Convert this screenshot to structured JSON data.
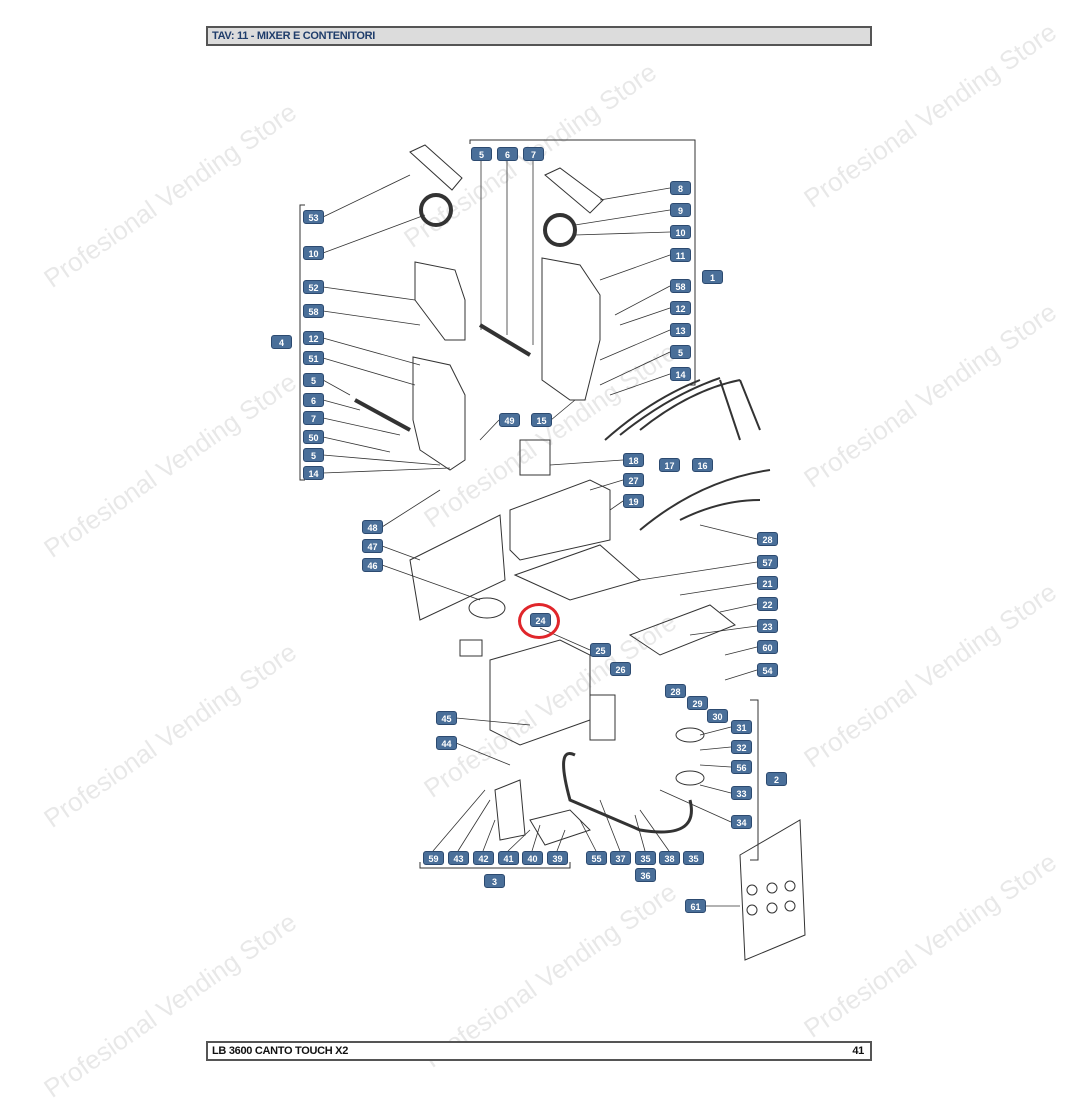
{
  "header": {
    "title": "TAV: 11 - MIXER E CONTENITORI"
  },
  "footer": {
    "model": "LB 3600 CANTO TOUCH X2",
    "page": "41"
  },
  "watermark": "Profesional Vending Store",
  "highlight": {
    "label": "24",
    "color": "#e0262b"
  },
  "labels": [
    "5",
    "6",
    "7",
    "8",
    "9",
    "10",
    "11",
    "58",
    "12",
    "13",
    "5",
    "14",
    "1",
    "53",
    "10",
    "52",
    "58",
    "12",
    "51",
    "5",
    "6",
    "7",
    "50",
    "5",
    "14",
    "4",
    "49",
    "15",
    "17",
    "16",
    "18",
    "27",
    "19",
    "28",
    "57",
    "21",
    "22",
    "23",
    "60",
    "54",
    "2",
    "48",
    "47",
    "46",
    "24",
    "25",
    "26",
    "28",
    "29",
    "30",
    "31",
    "32",
    "56",
    "33",
    "34",
    "45",
    "44",
    "59",
    "43",
    "42",
    "41",
    "40",
    "39",
    "55",
    "37",
    "35",
    "38",
    "35",
    "36",
    "3",
    "61"
  ]
}
